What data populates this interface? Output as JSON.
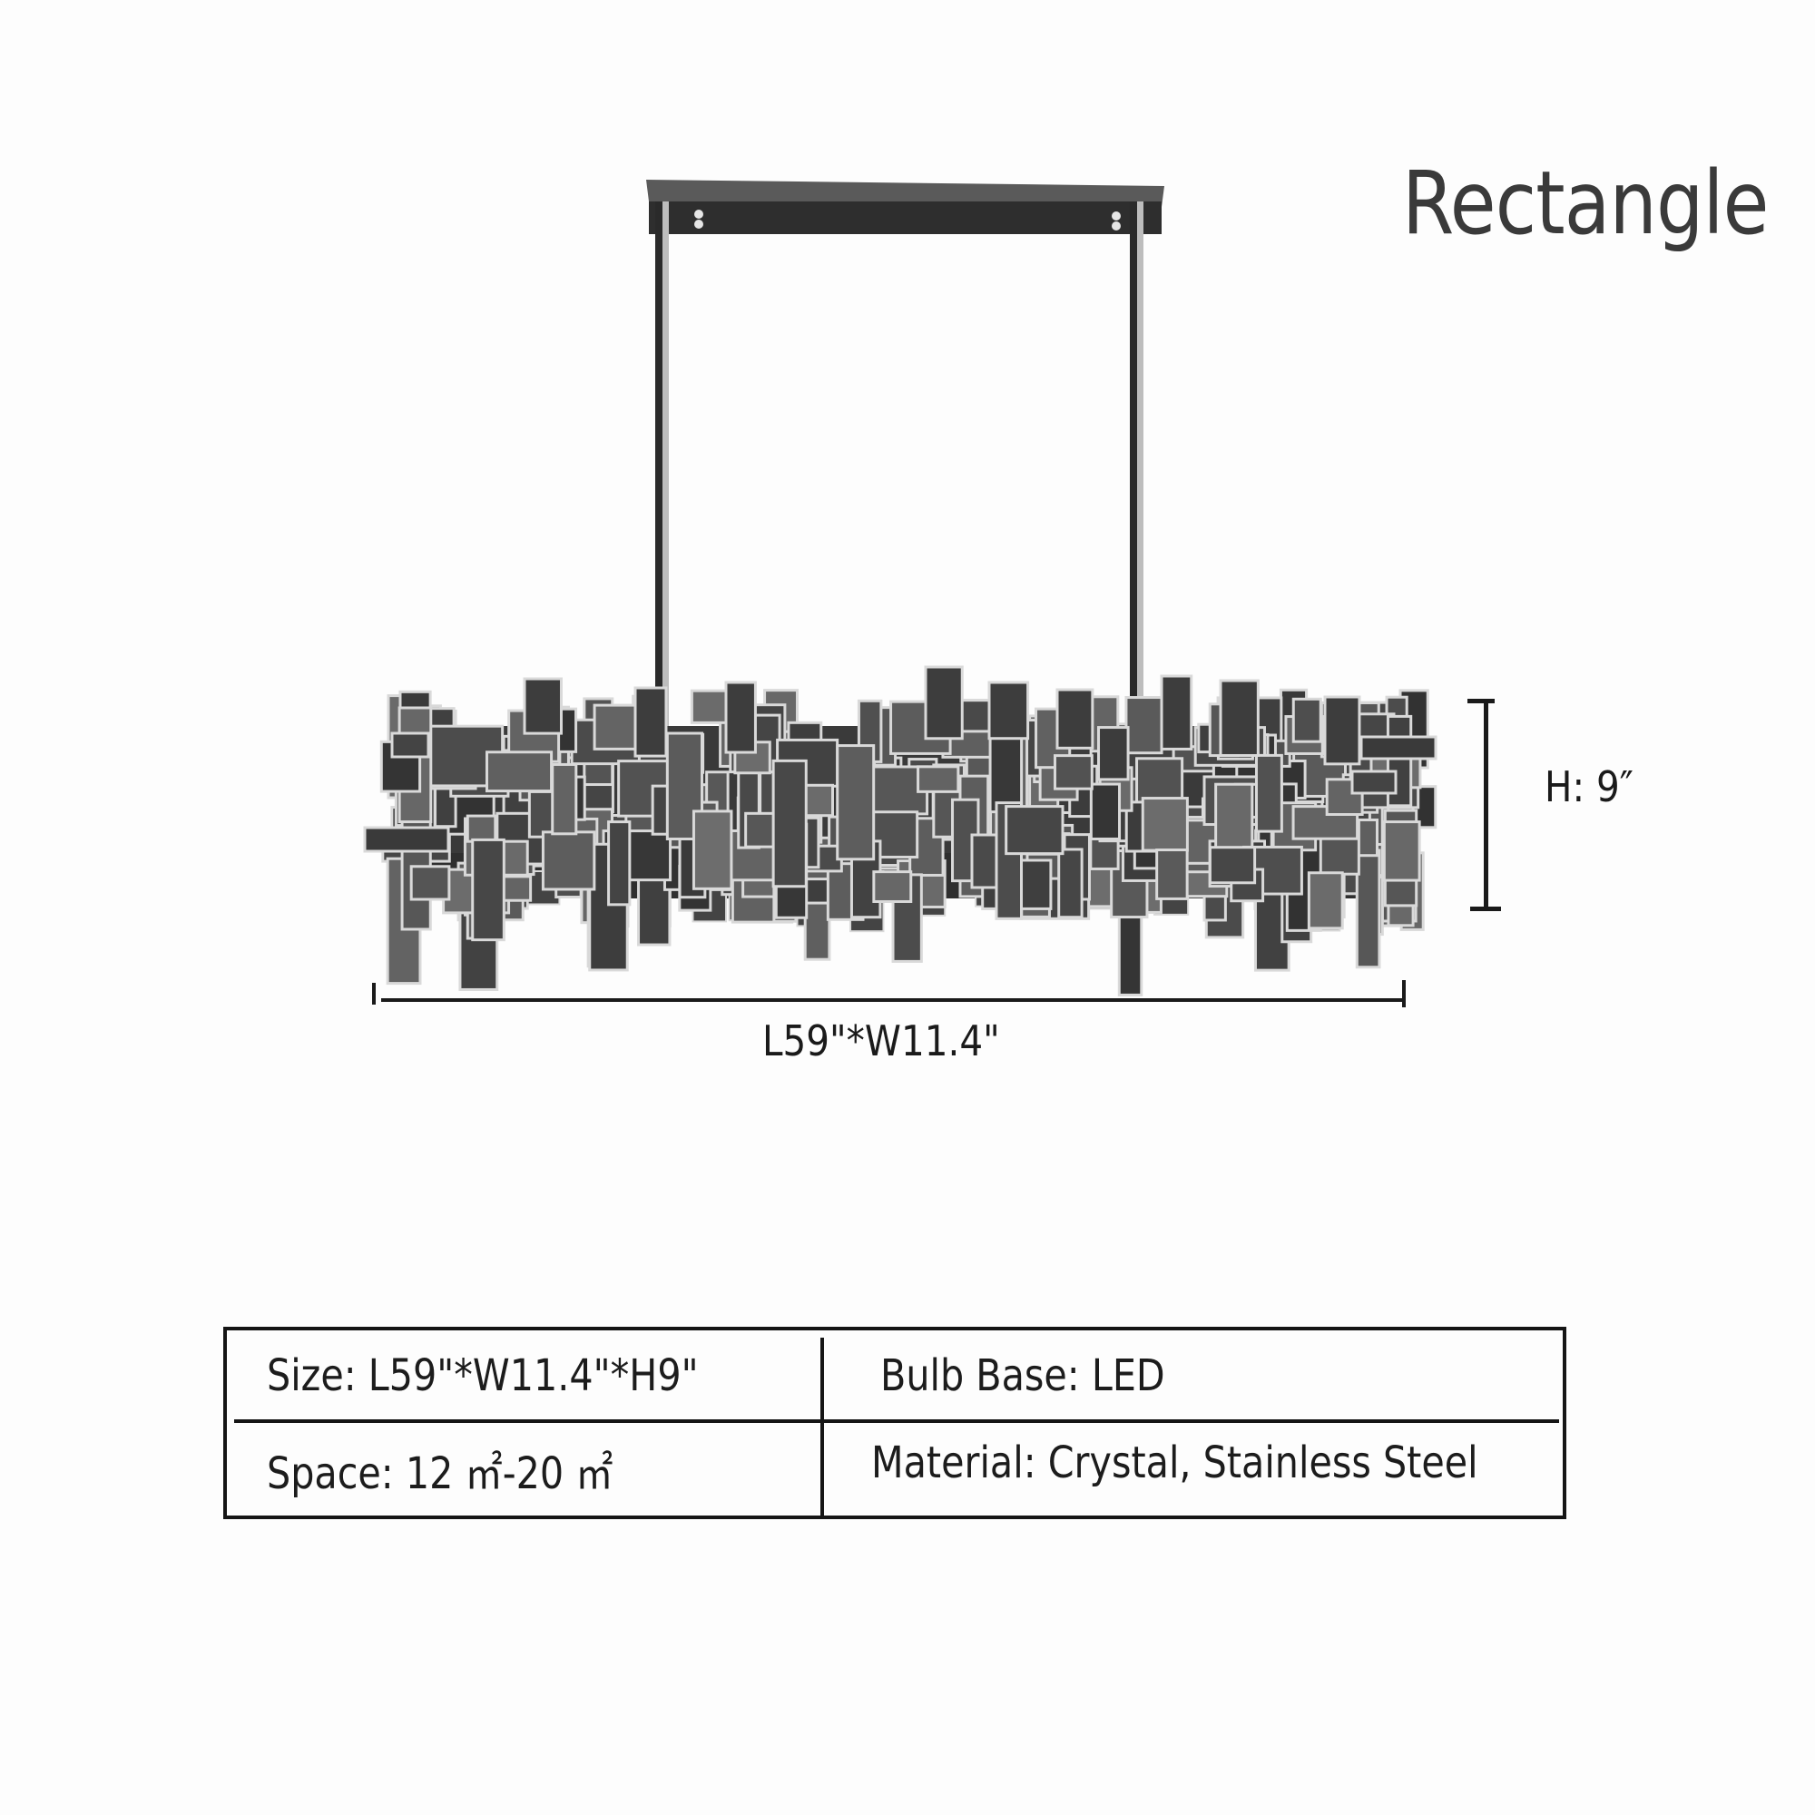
{
  "title": "Rectangle",
  "dimensions": {
    "height_label": "H: 9″",
    "length_label": "L59\"*W11.4\""
  },
  "specs": {
    "rows": [
      [
        {
          "key": "size",
          "text": "Size:  L59\"*W11.4\"*H9\""
        },
        {
          "key": "bulb_base",
          "text": "Bulb Base: LED"
        }
      ],
      [
        {
          "key": "space",
          "text": "Space: 12 ㎡-20 ㎡"
        },
        {
          "key": "material",
          "text": "Material: Crystal, Stainless Steel"
        }
      ]
    ]
  },
  "product": {
    "type": "linear crystal chandelier",
    "colors": {
      "canopy": "#3b3b3b",
      "rod": "#4a4a4a",
      "crystal_dark": "#3c3c3c",
      "crystal_frame": "#d9d9d9",
      "dimension_line": "#1a1a1a"
    }
  }
}
